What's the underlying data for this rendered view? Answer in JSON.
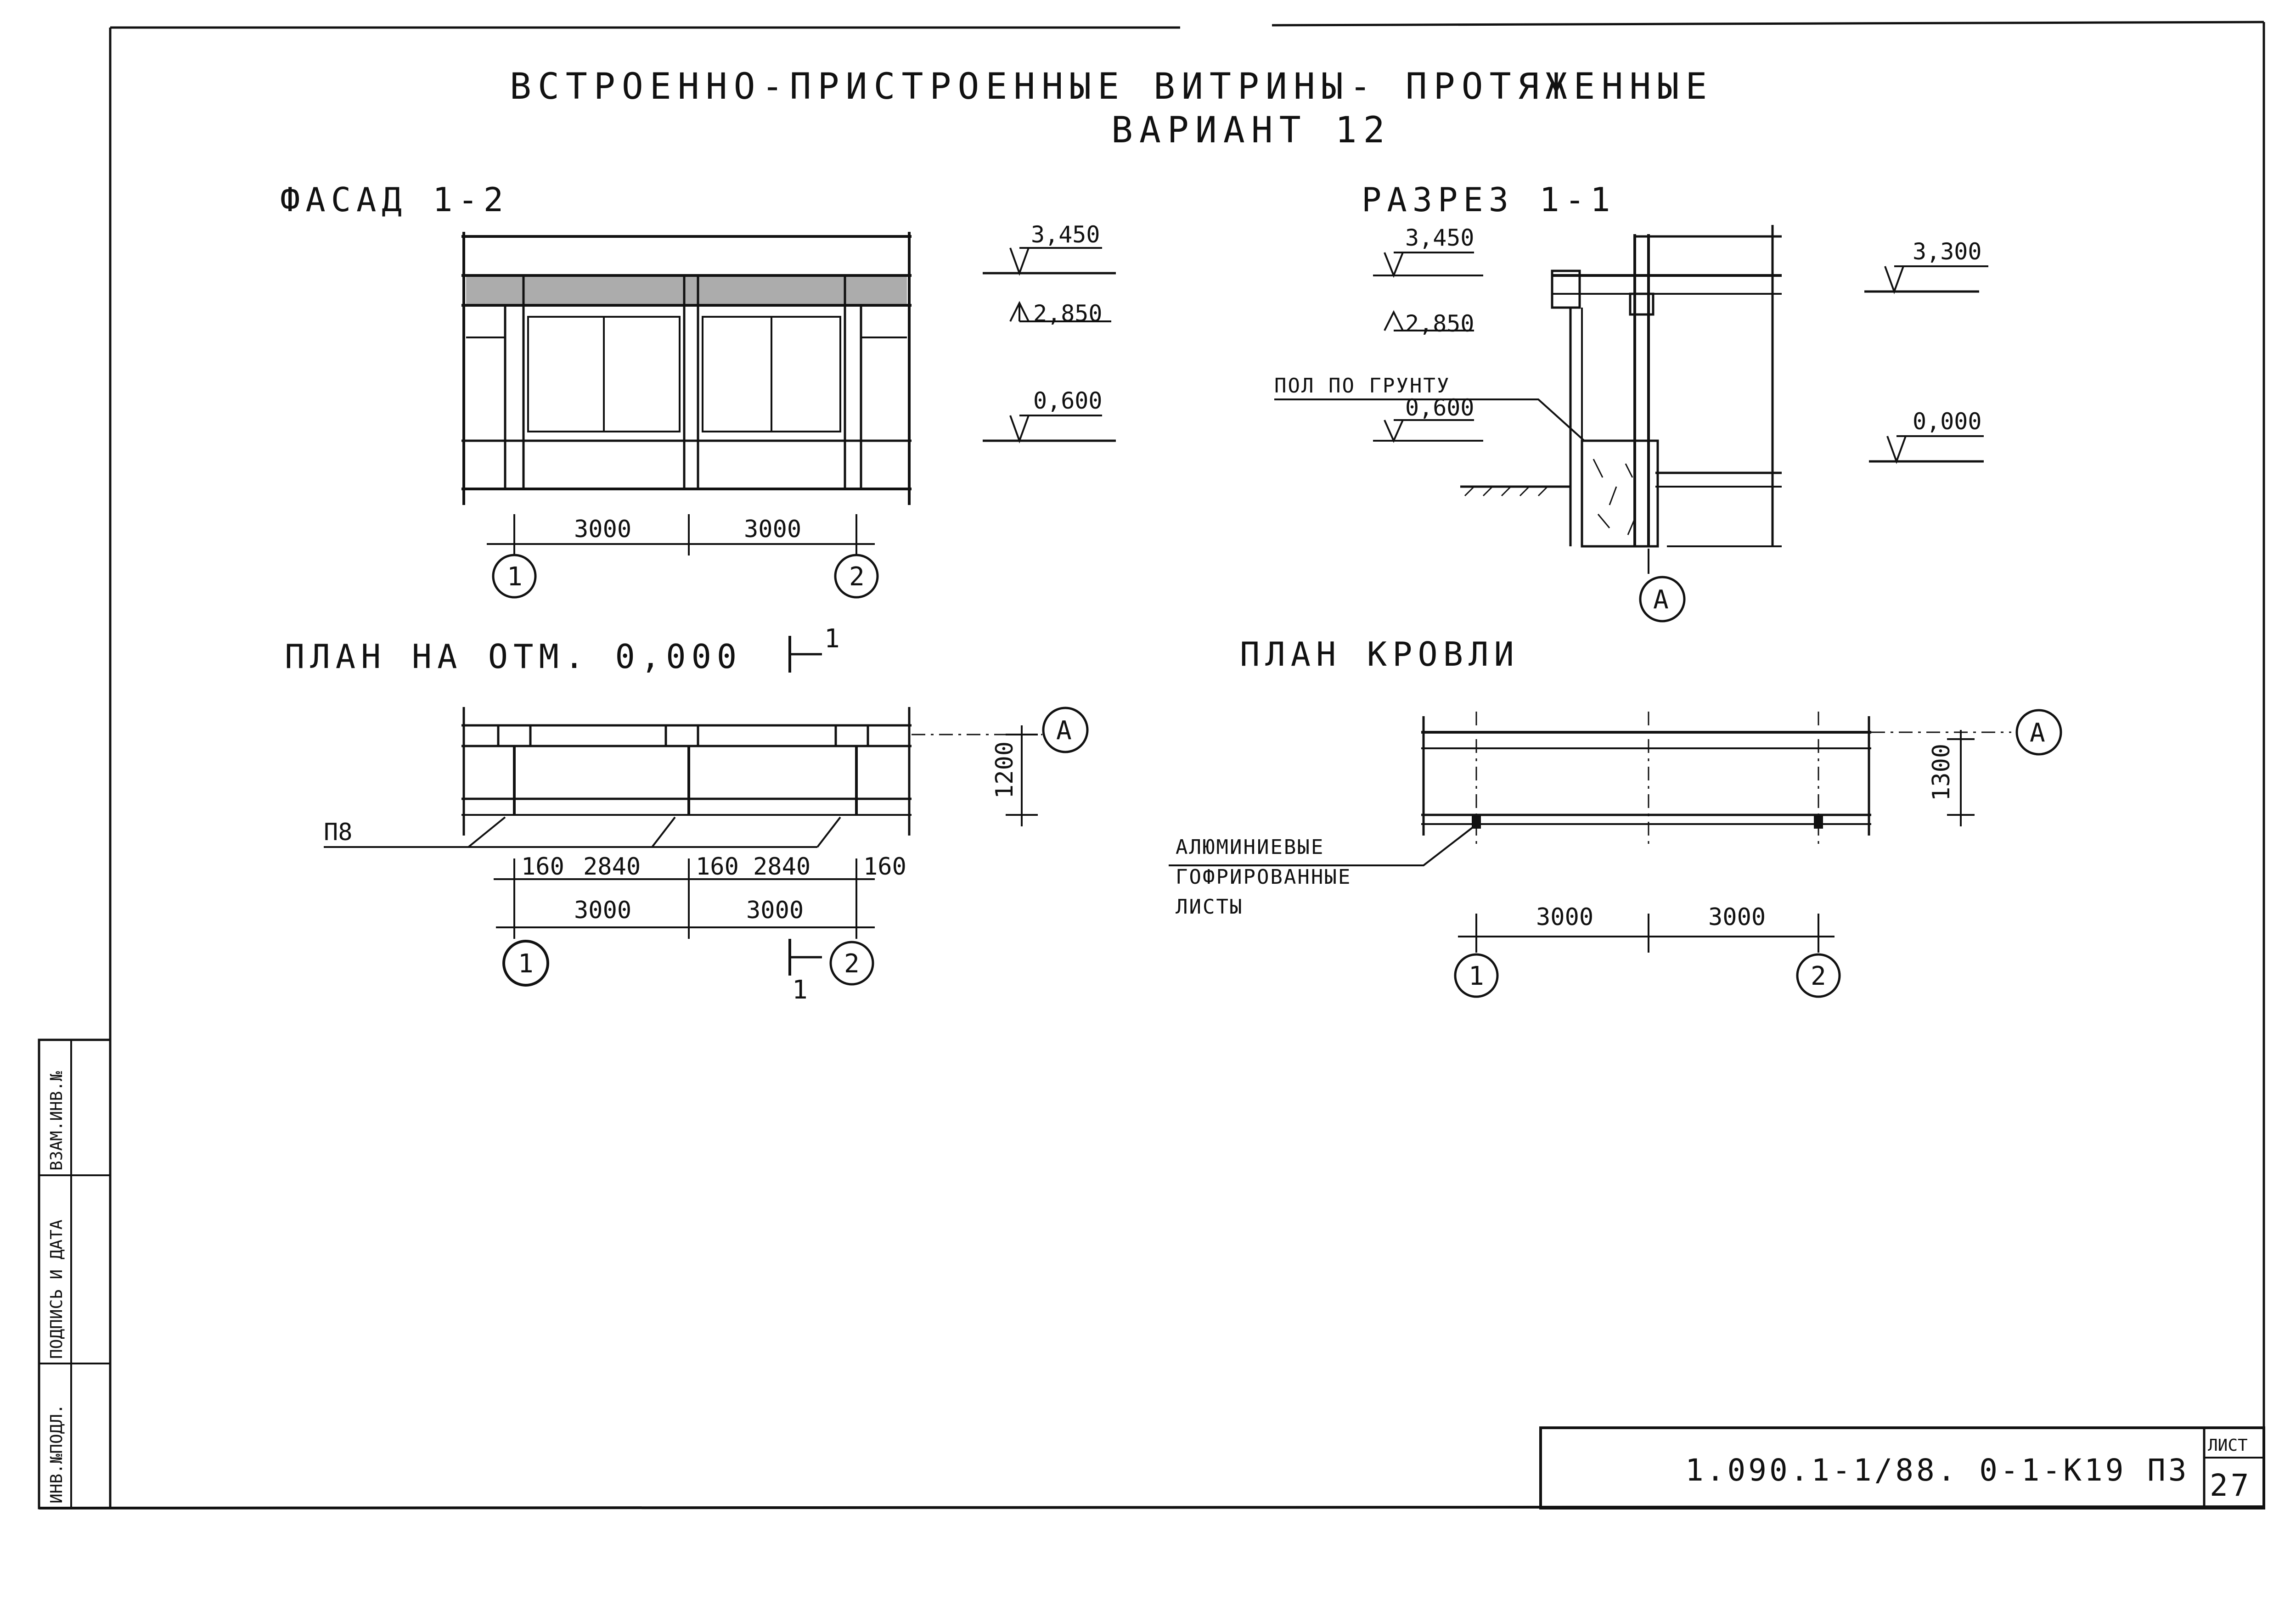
{
  "title": {
    "line1": "ВСТРОЕННО-ПРИСТРОЕННЫЕ ВИТРИНЫ- ПРОТЯЖЕННЫЕ",
    "line2": "ВАРИАНТ 12"
  },
  "facade": {
    "heading": "ФАСАД 1-2",
    "dims": [
      "3000",
      "3000"
    ],
    "axes": [
      "1",
      "2"
    ],
    "elevations": [
      "3,450",
      "2,850",
      "0,600"
    ]
  },
  "section": {
    "heading": "РАЗРЕЗ 1-1",
    "elevations_left": [
      "3,450",
      "2,850",
      "0,600"
    ],
    "note": "ПОЛ ПО ГРУНТУ",
    "elevations_right": [
      "3,300",
      "0,000"
    ],
    "axis": "А"
  },
  "plan": {
    "heading": "ПЛАН НА ОТМ. 0,000",
    "section_mark": "1",
    "section_mark_bottom": "1",
    "axis_row": "А",
    "depth_dim": "1200",
    "element_tag": "П8",
    "detail_dims": [
      "160",
      "2840",
      "160",
      "2840",
      "160"
    ],
    "dims": [
      "3000",
      "3000"
    ],
    "axes": [
      "1",
      "2"
    ]
  },
  "roof": {
    "heading": "ПЛАН КРОВЛИ",
    "axis_row": "А",
    "depth_dim": "1300",
    "note_lines": [
      "АЛЮМИНИЕВЫЕ",
      "ГОФРИРОВАННЫЕ",
      "ЛИСТЫ"
    ],
    "dims": [
      "3000",
      "3000"
    ],
    "axes": [
      "1",
      "2"
    ]
  },
  "side_stamp": {
    "cells": [
      "ИНВ.№ПОДЛ.",
      "ПОДПИСЬ И ДАТА",
      "ВЗАМ.ИНВ.№"
    ]
  },
  "title_block": {
    "code": "1.090.1-1/88. 0-1-К19 ПЗ",
    "sheet_label": "ЛИСТ",
    "sheet_number": "27"
  }
}
